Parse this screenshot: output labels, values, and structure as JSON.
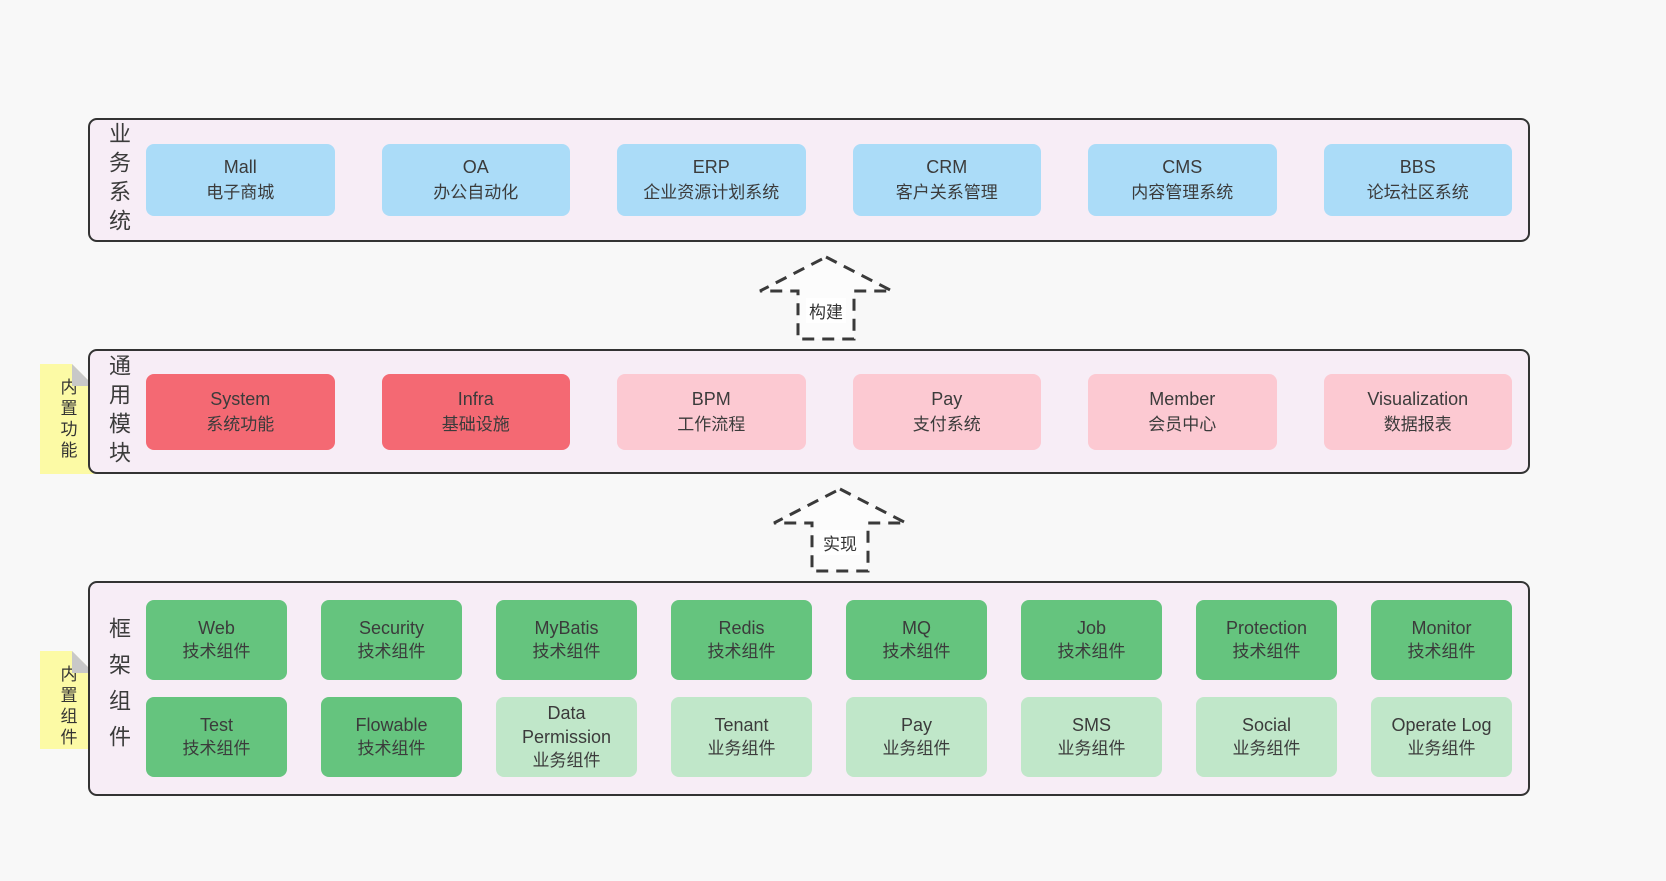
{
  "colors": {
    "page_bg": "#f8f8f8",
    "panel_bg": "#f7edf6",
    "panel_border": "#333333",
    "blue": "#abdcf8",
    "red": "#f46973",
    "pink": "#fcc9d2",
    "green": "#65c47e",
    "light_green": "#c0e7c9",
    "note_yellow": "#fcfaa5",
    "fold_gray": "#c8c8c8",
    "text": "#3b3b3b"
  },
  "arrows": [
    {
      "label": "构建"
    },
    {
      "label": "实现"
    }
  ],
  "layers": [
    {
      "id": "business-systems",
      "label": "业务系统",
      "note": null,
      "rows": [
        [
          {
            "name": "Mall",
            "desc": "电子商城",
            "color": "blue"
          },
          {
            "name": "OA",
            "desc": "办公自动化",
            "color": "blue"
          },
          {
            "name": "ERP",
            "desc": "企业资源计划系统",
            "color": "blue"
          },
          {
            "name": "CRM",
            "desc": "客户关系管理",
            "color": "blue"
          },
          {
            "name": "CMS",
            "desc": "内容管理系统",
            "color": "blue"
          },
          {
            "name": "BBS",
            "desc": "论坛社区系统",
            "color": "blue"
          }
        ]
      ]
    },
    {
      "id": "common-modules",
      "label": "通用模块",
      "note": "内置功能",
      "rows": [
        [
          {
            "name": "System",
            "desc": "系统功能",
            "color": "red"
          },
          {
            "name": "Infra",
            "desc": "基础设施",
            "color": "red"
          },
          {
            "name": "BPM",
            "desc": "工作流程",
            "color": "pink"
          },
          {
            "name": "Pay",
            "desc": "支付系统",
            "color": "pink"
          },
          {
            "name": "Member",
            "desc": "会员中心",
            "color": "pink"
          },
          {
            "name": "Visualization",
            "desc": "数据报表",
            "color": "pink"
          }
        ]
      ]
    },
    {
      "id": "framework-components",
      "label": "框架组件",
      "note": "内置组件",
      "rows": [
        [
          {
            "name": "Web",
            "desc": "技术组件",
            "color": "green"
          },
          {
            "name": "Security",
            "desc": "技术组件",
            "color": "green"
          },
          {
            "name": "MyBatis",
            "desc": "技术组件",
            "color": "green"
          },
          {
            "name": "Redis",
            "desc": "技术组件",
            "color": "green"
          },
          {
            "name": "MQ",
            "desc": "技术组件",
            "color": "green"
          },
          {
            "name": "Job",
            "desc": "技术组件",
            "color": "green"
          },
          {
            "name": "Protection",
            "desc": "技术组件",
            "color": "green"
          },
          {
            "name": "Monitor",
            "desc": "技术组件",
            "color": "green"
          }
        ],
        [
          {
            "name": "Test",
            "desc": "技术组件",
            "color": "green"
          },
          {
            "name": "Flowable",
            "desc": "技术组件",
            "color": "green"
          },
          {
            "name": "Data Permission",
            "desc": "业务组件",
            "color": "light_green"
          },
          {
            "name": "Tenant",
            "desc": "业务组件",
            "color": "light_green"
          },
          {
            "name": "Pay",
            "desc": "业务组件",
            "color": "light_green"
          },
          {
            "name": "SMS",
            "desc": "业务组件",
            "color": "light_green"
          },
          {
            "name": "Social",
            "desc": "业务组件",
            "color": "light_green"
          },
          {
            "name": "Operate Log",
            "desc": "业务组件",
            "color": "light_green"
          }
        ]
      ]
    }
  ]
}
